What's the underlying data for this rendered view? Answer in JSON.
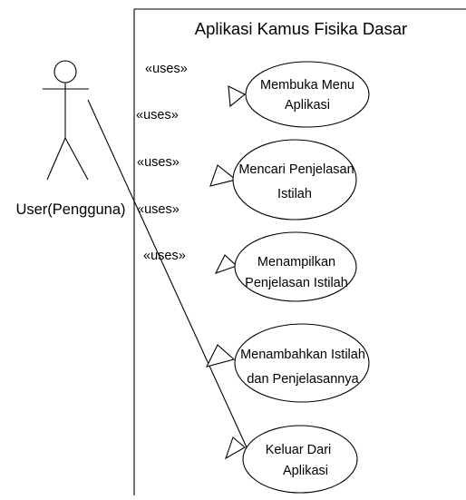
{
  "system": {
    "title": "Aplikasi Kamus Fisika Dasar"
  },
  "actor": {
    "label": "User(Pengguna)"
  },
  "use_cases": [
    {
      "id": "uc1",
      "lines": [
        "Membuka Menu",
        "Aplikasi"
      ]
    },
    {
      "id": "uc2",
      "lines": [
        "Mencari Penjelasan",
        "Istilah"
      ]
    },
    {
      "id": "uc3",
      "lines": [
        "Menampilkan",
        "Penjelasan Istilah"
      ]
    },
    {
      "id": "uc4",
      "lines": [
        "Menambahkan Istilah",
        "dan Penjelasannya"
      ]
    },
    {
      "id": "uc5",
      "lines": [
        "Keluar Dari",
        "Aplikasi"
      ]
    }
  ],
  "relationship_label": "«uses»"
}
